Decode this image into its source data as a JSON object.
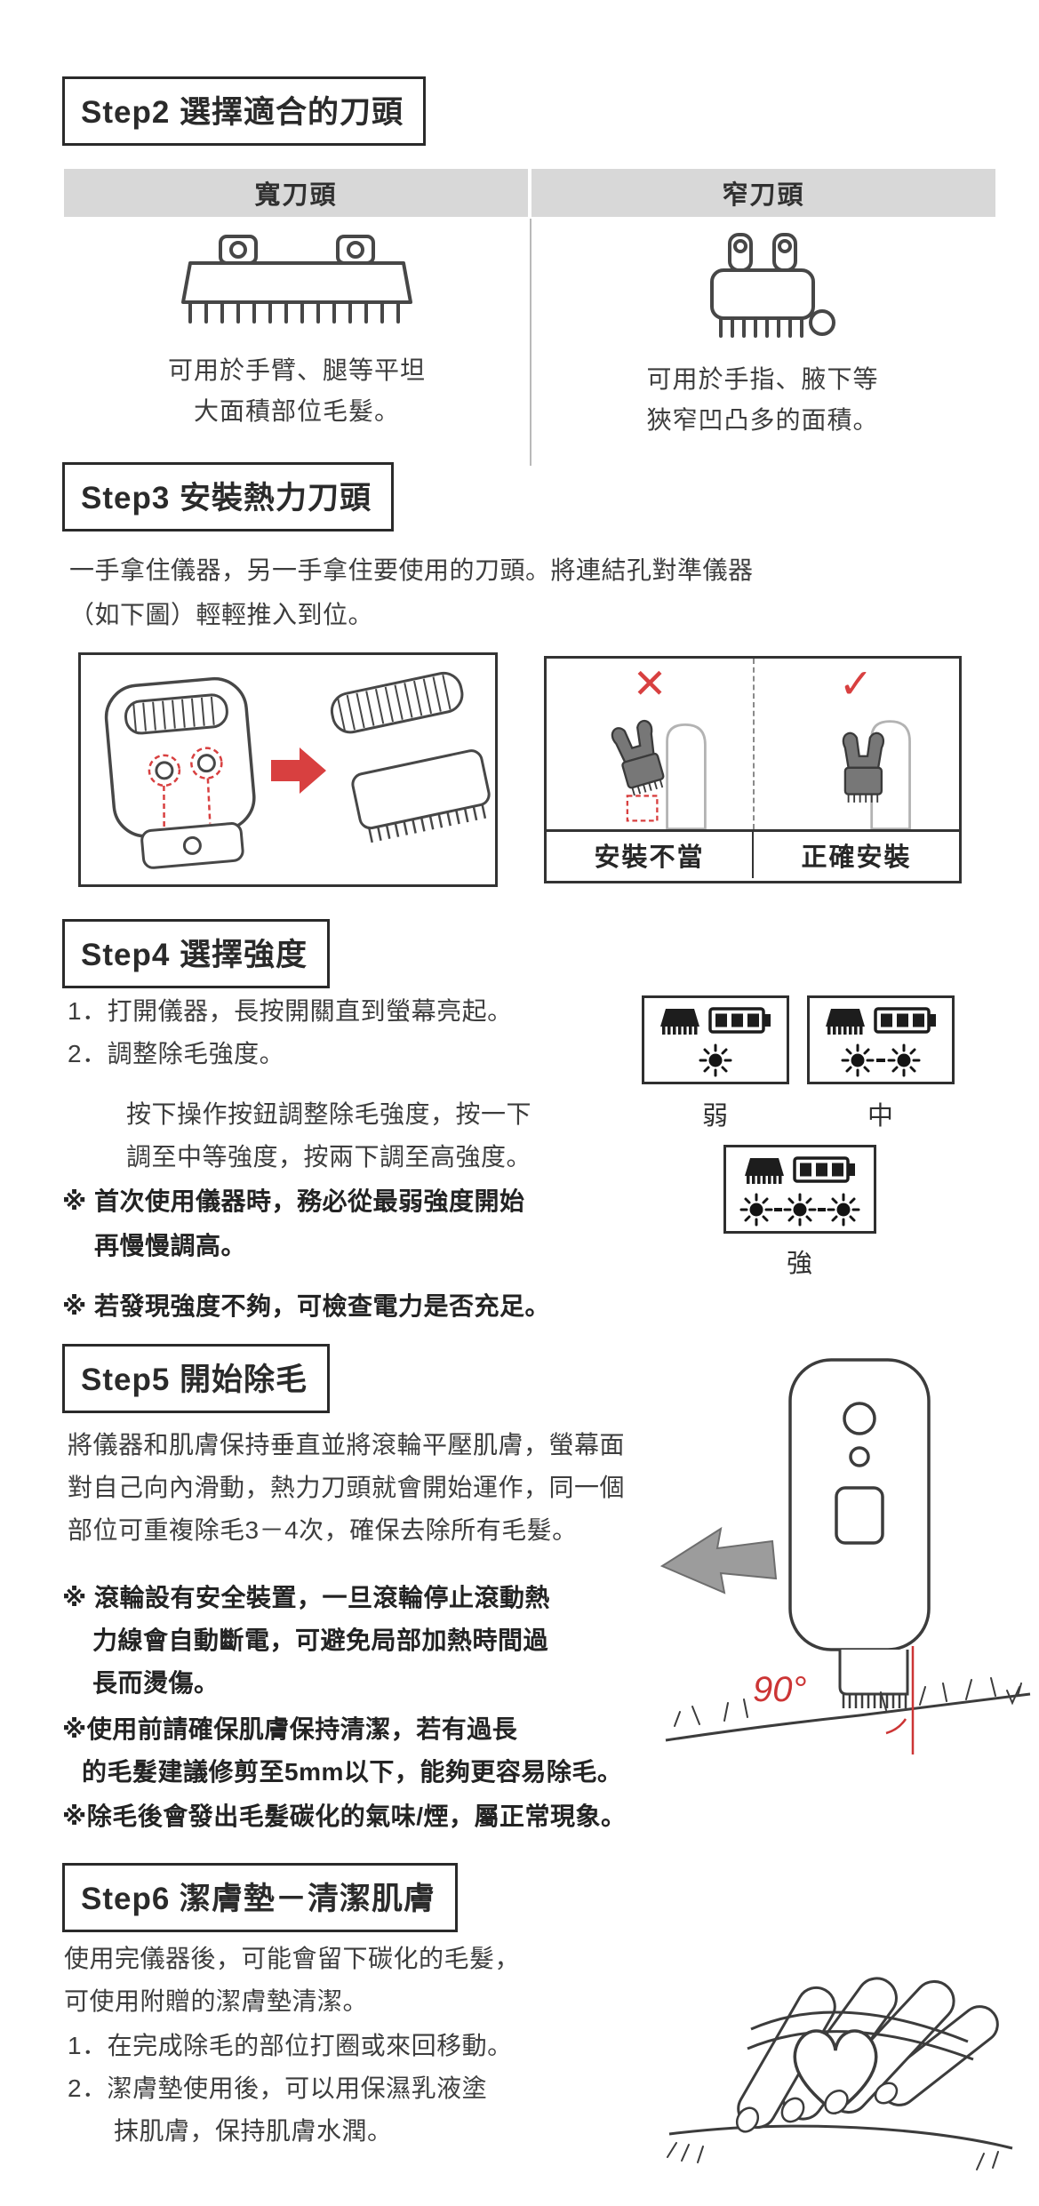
{
  "colors": {
    "accent_red": "#d84040",
    "header_gray": "#d8d8d8",
    "ink": "#3d3d3d",
    "box_border": "#2a2a2a"
  },
  "step2": {
    "title": "Step2 選擇適合的刀頭",
    "wide": {
      "header": "寬刀頭",
      "caption": [
        "可用於手臂、腿等平坦",
        "大面積部位毛髮。"
      ]
    },
    "narrow": {
      "header": "窄刀頭",
      "caption": [
        "可用於手指、腋下等",
        "狹窄凹凸多的面積。"
      ]
    }
  },
  "step3": {
    "title": "Step3 安裝熱力刀頭",
    "body": [
      "一手拿住儀器，另一手拿住要使用的刀頭。將連結孔對準儀器",
      "（如下圖）輕輕推入到位。"
    ],
    "wrong_mark": "✕",
    "check_mark": "✓",
    "wrong_label": "安裝不當",
    "correct_label": "正確安裝"
  },
  "step4": {
    "title": "Step4 選擇強度",
    "items": [
      "1．打開儀器，長按開關直到螢幕亮起。",
      "2．調整除毛強度。"
    ],
    "item2_detail": [
      "按下操作按鈕調整除毛強度，按一下",
      "調至中等強度，按兩下調至高強度。"
    ],
    "note1": [
      "※ 首次使用儀器時，務必從最弱強度開始",
      "再慢慢調高。"
    ],
    "note2": "※ 若發現強度不夠，可檢查電力是否充足。",
    "levels": [
      {
        "label": "弱",
        "suns": 1
      },
      {
        "label": "中",
        "suns": 2
      },
      {
        "label": "強",
        "suns": 3
      }
    ]
  },
  "step5": {
    "title": "Step5 開始除毛",
    "body": [
      "將儀器和肌膚保持垂直並將滾輪平壓肌膚，螢幕面",
      "對自己向內滑動，熱力刀頭就會開始運作，同一個",
      "部位可重複除毛3－4次，確保去除所有毛髮。"
    ],
    "note1": [
      "※ 滾輪設有安全裝置，一旦滾輪停止滾動熱",
      "力線會自動斷電，可避免局部加熱時間過",
      "長而燙傷。"
    ],
    "note2": [
      "※使用前請確保肌膚保持清潔，若有過長",
      "的毛髮建議修剪至5mm以下，能夠更容易除毛。"
    ],
    "note3": "※除毛後會發出毛髮碳化的氣味/煙，屬正常現象。",
    "angle_label": "90°"
  },
  "step6": {
    "title": "Step6 潔膚墊－清潔肌膚",
    "body": [
      "使用完儀器後，可能會留下碳化的毛髮，",
      "可使用附贈的潔膚墊清潔。"
    ],
    "items": [
      "1．在完成除毛的部位打圈或來回移動。",
      "2．潔膚墊使用後，可以用保濕乳液塗",
      "抹肌膚，保持肌膚水潤。"
    ]
  }
}
